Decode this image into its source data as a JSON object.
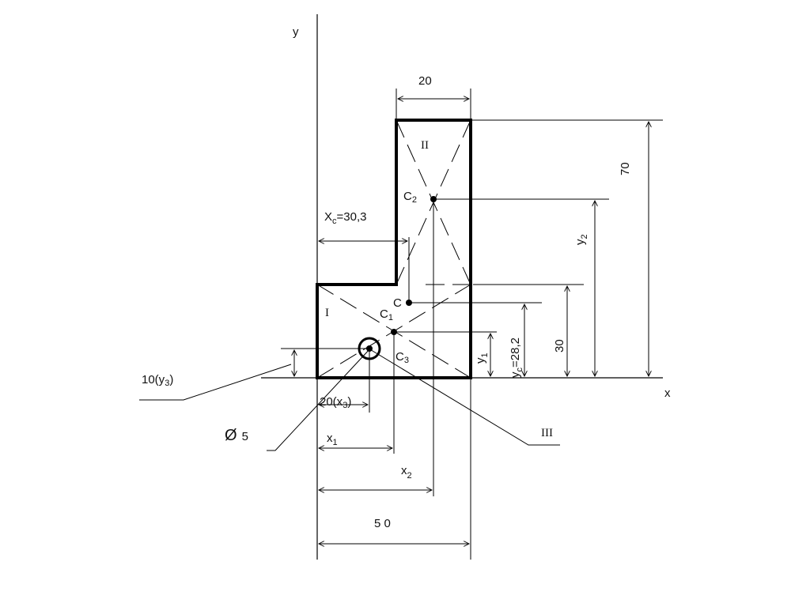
{
  "diagram": {
    "axis_y_label": "y",
    "axis_x_label": "x",
    "dims": {
      "top_width": "20",
      "total_height": "70",
      "xc": {
        "main": "X",
        "sub": "c",
        "rest": "=30,3"
      },
      "y2": {
        "main": "y",
        "sub": "2"
      },
      "h30": "30",
      "yc": {
        "main": "y",
        "sub": "c",
        "rest": "=28,2"
      },
      "y1": {
        "main": "y",
        "sub": "1"
      },
      "y3": {
        "main": "10(y",
        "sub": "3",
        "rest": ")"
      },
      "x3": {
        "main": "20(x",
        "sub": "3",
        "rest": ")"
      },
      "diam": {
        "symbol": "Ø",
        "value": "5"
      },
      "x1": {
        "main": "x",
        "sub": "1"
      },
      "x2": {
        "main": "x",
        "sub": "2"
      },
      "total_width": "5 0"
    },
    "points": {
      "c": "C",
      "c1": {
        "main": "C",
        "sub": "1"
      },
      "c2": {
        "main": "C",
        "sub": "2"
      },
      "c3": {
        "main": "C",
        "sub": "3"
      }
    },
    "regions": {
      "r1": "I",
      "r2": "II",
      "r3": "III"
    }
  }
}
